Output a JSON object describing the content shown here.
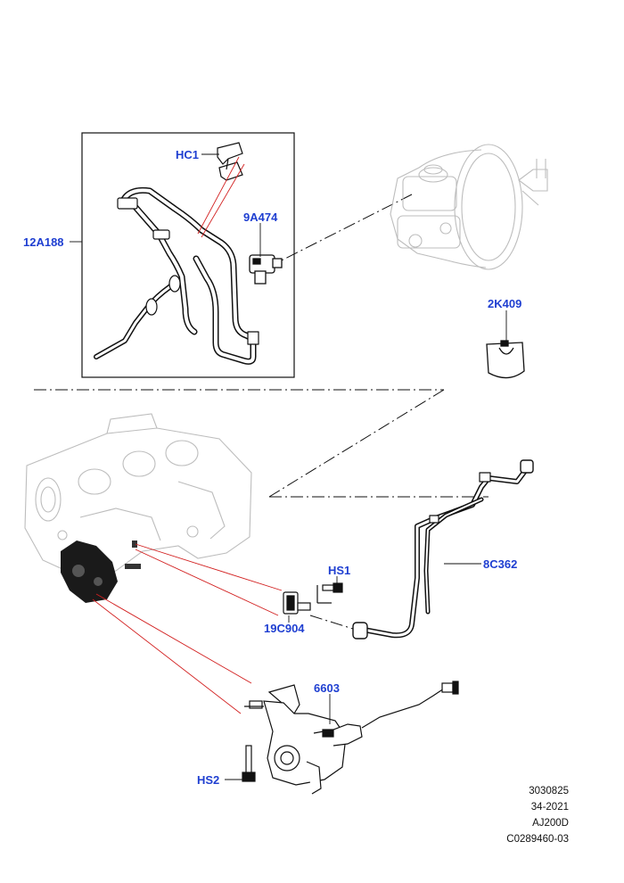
{
  "callouts": {
    "hc1": "HC1",
    "p9a474": "9A474",
    "p12a188": "12A188",
    "p2k409": "2K409",
    "hs1": "HS1",
    "p8c362": "8C362",
    "p19c904": "19C904",
    "p6603": "6603",
    "hs2": "HS2"
  },
  "footer": {
    "line1": "3030825",
    "line2": "34-2021",
    "line3": "AJ200D",
    "line4": "C0289460-03"
  },
  "colors": {
    "callout_text": "#1f3fd1",
    "leader_red": "#d21f1f",
    "line_art": "#111111",
    "ghost_art": "#bdbdbd"
  }
}
